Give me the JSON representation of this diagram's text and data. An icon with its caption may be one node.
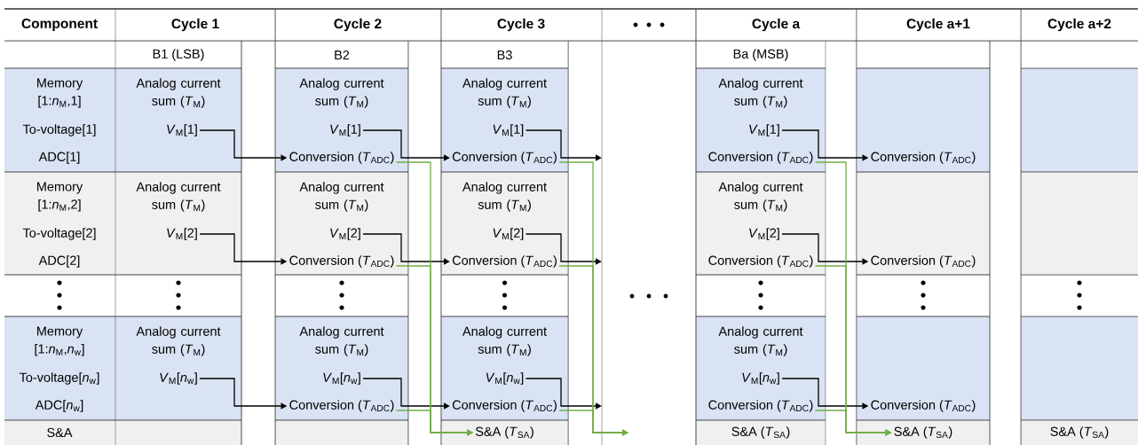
{
  "diagram": {
    "nodes": [
      {
        "text": [
          "*V*$_{M}$[1]"
        ]
      },
      {
        "text": [
          "*V*$_{M}$[1]"
        ]
      },
      {
        "text": [
          "*V*$_{M}$[1]"
        ]
      },
      {
        "text": [
          "*V*$_{M}$[1]"
        ]
      },
      {
        "text": [
          "Conversion (*T*$_{ADC}$)"
        ]
      },
      {
        "text": [
          "Conversion (*T*$_{ADC}$)"
        ]
      },
      {
        "text": [
          "Conversion (*T*$_{ADC}$)"
        ]
      },
      {
        "text": [
          "Conversion (*T*$_{ADC}$)"
        ]
      },
      {
        "text": [
          "*V*$_{M}$[2]"
        ]
      },
      {
        "text": [
          "*V*$_{M}$[2]"
        ]
      },
      {
        "text": [
          "*V*$_{M}$[2]"
        ]
      },
      {
        "text": [
          "*V*$_{M}$[2]"
        ]
      },
      {
        "text": [
          "Conversion (*T*$_{ADC}$)"
        ]
      },
      {
        "text": [
          "Conversion (*T*$_{ADC}$)"
        ]
      },
      {
        "text": [
          "Conversion (*T*$_{ADC}$)"
        ]
      },
      {
        "text": [
          "Conversion (*T*$_{ADC}$)"
        ]
      },
      {
        "text": [
          "*V*$_{M}$[*n*$_{w}$]"
        ]
      },
      {
        "text": [
          "*V*$_{M}$[*n*$_{w}$]"
        ]
      },
      {
        "text": [
          "*V*$_{M}$[*n*$_{w}$]"
        ]
      },
      {
        "text": [
          "*V*$_{M}$[*n*$_{w}$]"
        ]
      },
      {
        "text": [
          "Conversion (*T*$_{ADC}$)"
        ]
      },
      {
        "text": [
          "Conversion (*T*$_{ADC}$)"
        ]
      },
      {
        "text": [
          "Conversion (*T*$_{ADC}$)"
        ]
      },
      {
        "text": [
          "Conversion (*T*$_{ADC}$)"
        ]
      },
      {
        "text": [
          "S&A (*T*$_{SA}$)"
        ]
      },
      {
        "text": [
          "S&A (*T*$_{SA}$)"
        ]
      }
    ],
    "edges": [
      {
        "from": 0,
        "to": 4,
        "arrow": "to"
      },
      {
        "from": 1,
        "to": 5,
        "arrow": "to"
      },
      {
        "from": 2,
        "to": null,
        "arrow": "to"
      },
      {
        "from": 3,
        "to": 7,
        "arrow": "to"
      },
      {
        "from": 8,
        "to": 12,
        "arrow": "to"
      },
      {
        "from": 9,
        "to": 13,
        "arrow": "to"
      },
      {
        "from": 10,
        "to": null,
        "arrow": "to"
      },
      {
        "from": 11,
        "to": 15,
        "arrow": "to"
      },
      {
        "from": 16,
        "to": 20,
        "arrow": "to"
      },
      {
        "from": 17,
        "to": 21,
        "arrow": "to"
      },
      {
        "from": 18,
        "to": null,
        "arrow": "to"
      },
      {
        "from": 19,
        "to": 23,
        "arrow": "to"
      },
      {
        "from": 4,
        "to": 24,
        "arrow": "to",
        "color": "#70ad47"
      },
      {
        "from": 12,
        "to": 24,
        "arrow": "to",
        "color": "#70ad47"
      },
      {
        "from": 20,
        "to": 24,
        "arrow": "to",
        "color": "#70ad47"
      },
      {
        "from": 5,
        "to": null,
        "arrow": "to",
        "color": "#70ad47"
      },
      {
        "from": 13,
        "to": null,
        "arrow": "to",
        "color": "#70ad47"
      },
      {
        "from": 21,
        "to": null,
        "arrow": "to",
        "color": "#70ad47"
      },
      {
        "from": 6,
        "to": 25,
        "arrow": "to",
        "color": "#70ad47"
      },
      {
        "from": 14,
        "to": 25,
        "arrow": "to",
        "color": "#70ad47"
      },
      {
        "from": 22,
        "to": 25,
        "arrow": "to",
        "color": "#70ad47"
      }
    ],
    "labels": [
      "Component",
      "Cycle 1",
      "Cycle 2",
      "Cycle 3",
      "Cycle a",
      "Cycle a+1",
      "Cycle a+2",
      "B1 (LSB)",
      "B2",
      "B3",
      "Ba (MSB)",
      "Memory [1:*n*$_{M}$,1]",
      "Analog current sum (*T*$_{M}$)",
      "Analog current sum (*T*$_{M}$)",
      "Analog current sum (*T*$_{M}$)",
      "Analog current sum (*T*$_{M}$)",
      "To-voltage[1]",
      "ADC[1]",
      "Memory [1:*n*$_{M}$,2]",
      "Analog current sum (*T*$_{M}$)",
      "Analog current sum (*T*$_{M}$)",
      "Analog current sum (*T*$_{M}$)",
      "Analog current sum (*T*$_{M}$)",
      "To-voltage[2]",
      "ADC[2]",
      "Memory [1:*n*$_{M}$,*n*$_{w}$]",
      "Analog current sum (*T*$_{M}$)",
      "Analog current sum (*T*$_{M}$)",
      "Analog current sum (*T*$_{M}$)",
      "Analog current sum (*T*$_{M}$)",
      "To-voltage[*n*$_{w}$]",
      "ADC[*n*$_{w}$]",
      "S&A",
      "S&A (*T*$_{SA}$)",
      "S&A (*T*$_{SA}$)"
    ]
  }
}
